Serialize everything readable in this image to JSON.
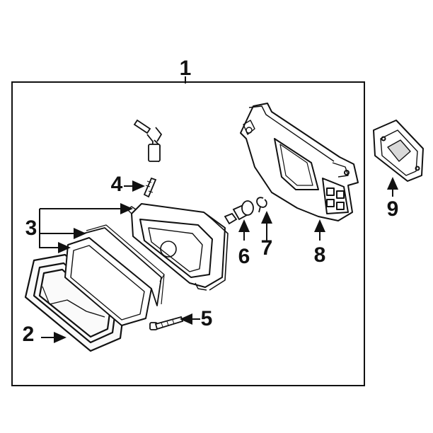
{
  "diagram": {
    "callouts": [
      {
        "id": "1",
        "text": "1"
      },
      {
        "id": "2",
        "text": "2"
      },
      {
        "id": "3",
        "text": "3"
      },
      {
        "id": "4",
        "text": "4"
      },
      {
        "id": "5",
        "text": "5"
      },
      {
        "id": "6",
        "text": "6"
      },
      {
        "id": "7",
        "text": "7"
      },
      {
        "id": "8",
        "text": "8"
      },
      {
        "id": "9",
        "text": "9"
      }
    ],
    "colors": {
      "ink": "#111111",
      "paper": "#ffffff",
      "shade": "#d9d9d9"
    }
  }
}
